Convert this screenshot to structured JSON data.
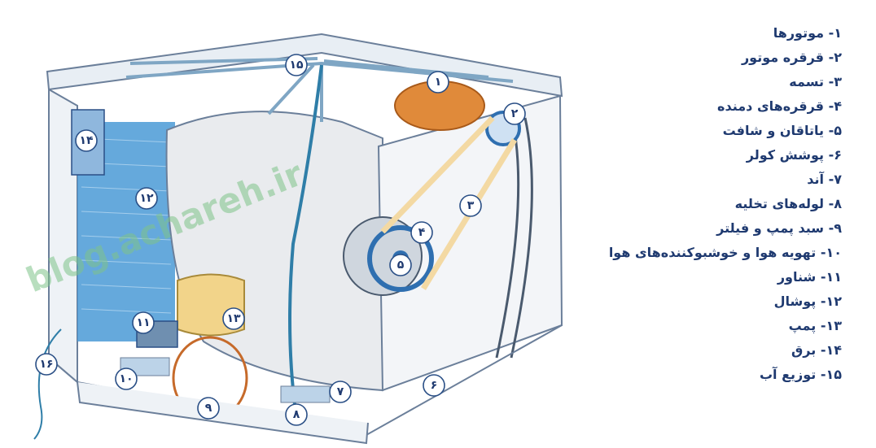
{
  "watermark": "blog.achareh.ir",
  "legend": [
    "۱- موتورها",
    "۲- قرقره موتور",
    "۳- تسمه",
    "۴- قرقره‌های دمنده",
    "۵- یاتاقان و شافت",
    "۶- پوشش کولر",
    "۷- آند",
    "۸- لوله‌های تخلیه",
    "۹- سبد پمپ و فیلتر",
    "۱۰- تهویه هوا و خوشبوکننده‌های هوا",
    "۱۱- شناور",
    "۱۲- پوشال",
    "۱۳- پمپ",
    "۱۴- برق",
    "۱۵- توزیع آب"
  ],
  "callouts": [
    "۱",
    "۲",
    "۳",
    "۴",
    "۵",
    "۶",
    "۷",
    "۸",
    "۹",
    "۱۰",
    "۱۱",
    "۱۲",
    "۱۳",
    "۱۴",
    "۱۵",
    "۱۶"
  ],
  "colors": {
    "outline": "#6b7f9a",
    "pipe": "#2f7ea8",
    "pad": "#3f8fc9",
    "motor": "#e08a3a",
    "belt": "#f3d9a3",
    "pump": "#f2d48a",
    "badge_text": "#1f3a70"
  }
}
